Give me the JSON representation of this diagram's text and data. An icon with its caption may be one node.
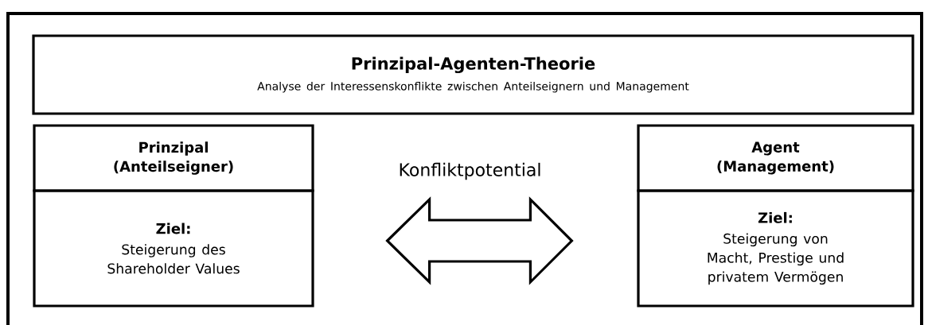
{
  "diagram": {
    "nodes": [
      {
        "text": [
          "Prinzipal-Agenten-Theorie",
          "Analyse der Interessenskonflikte zwischen Anteilseignern und Management"
        ]
      },
      {
        "text": [
          "Prinzipal (Anteilseigner)"
        ]
      },
      {
        "text": [
          "Ziel:",
          "Steigerung des Shareholder Values"
        ]
      },
      {
        "text": [
          "Agent (Management)"
        ]
      },
      {
        "text": [
          "Ziel:",
          "Steigerung von Macht, Prestige und privatem Vermögen"
        ]
      }
    ],
    "edges": [
      {
        "from": 2,
        "to": 4,
        "arrow": "both",
        "label": "Konfliktpotential"
      }
    ]
  }
}
